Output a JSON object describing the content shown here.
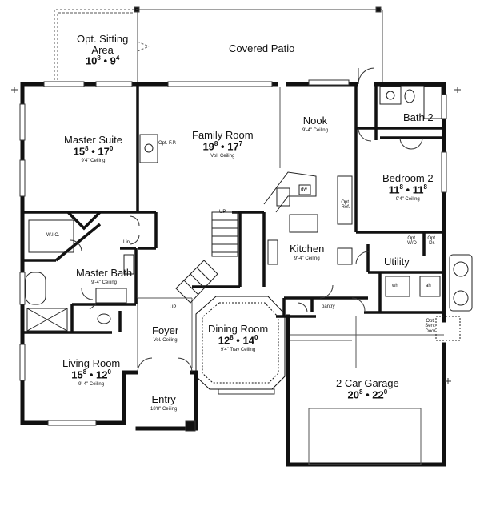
{
  "rooms": {
    "sitting": {
      "name_l1": "Opt. Sitting",
      "name_l2": "Area",
      "w": "10",
      "wi": "8",
      "d": "9",
      "di": "4"
    },
    "patio": {
      "name": "Covered Patio"
    },
    "nook": {
      "name": "Nook",
      "ceiling": "9'-4\" Ceiling"
    },
    "bath2": {
      "name": "Bath 2"
    },
    "family": {
      "name": "Family Room",
      "w": "19",
      "wi": "8",
      "d": "17",
      "di": "7",
      "ceiling": "Vol. Ceiling"
    },
    "master_suite": {
      "name": "Master Suite",
      "w": "15",
      "wi": "8",
      "d": "17",
      "di": "0",
      "ceiling": "9'4\" Ceiling"
    },
    "bedroom2": {
      "name": "Bedroom 2",
      "w": "11",
      "wi": "8",
      "d": "11",
      "di": "8",
      "ceiling": "9'4\" Ceiling"
    },
    "kitchen": {
      "name": "Kitchen",
      "ceiling": "9'-4\" Ceiling"
    },
    "utility": {
      "name": "Utility"
    },
    "master_bath": {
      "name": "Master Bath",
      "ceiling": "9'-4\" Ceiling"
    },
    "wic": {
      "name": "W.I.C."
    },
    "dining": {
      "name": "Dining Room",
      "w": "12",
      "wi": "8",
      "d": "14",
      "di": "0",
      "ceiling": "9'4\" Tray Ceiling"
    },
    "foyer": {
      "name": "Foyer",
      "ceiling": "Vol. Ceiling"
    },
    "living": {
      "name": "Living Room",
      "w": "15",
      "wi": "8",
      "d": "12",
      "di": "0",
      "ceiling": "9'-4\" Ceiling"
    },
    "entry": {
      "name": "Entry",
      "ceiling": "18'8\" Ceiling"
    },
    "garage": {
      "name": "2 Car Garage",
      "w": "20",
      "wi": "8",
      "d": "22",
      "di": "0"
    }
  },
  "small_labels": {
    "up1": "UP",
    "up2": "UP",
    "dw": "dw",
    "ref": "Opt. Ref.",
    "pantry": "pantry",
    "opt_wd": "Opt. W/D",
    "opt_dr": "Opt. Dr.",
    "opt_serv_door": "Opt. Serv. Door",
    "wh": "wh",
    "ah": "ah",
    "lin": "Lin.",
    "fp": "Opt. F.P."
  },
  "separator": "•"
}
